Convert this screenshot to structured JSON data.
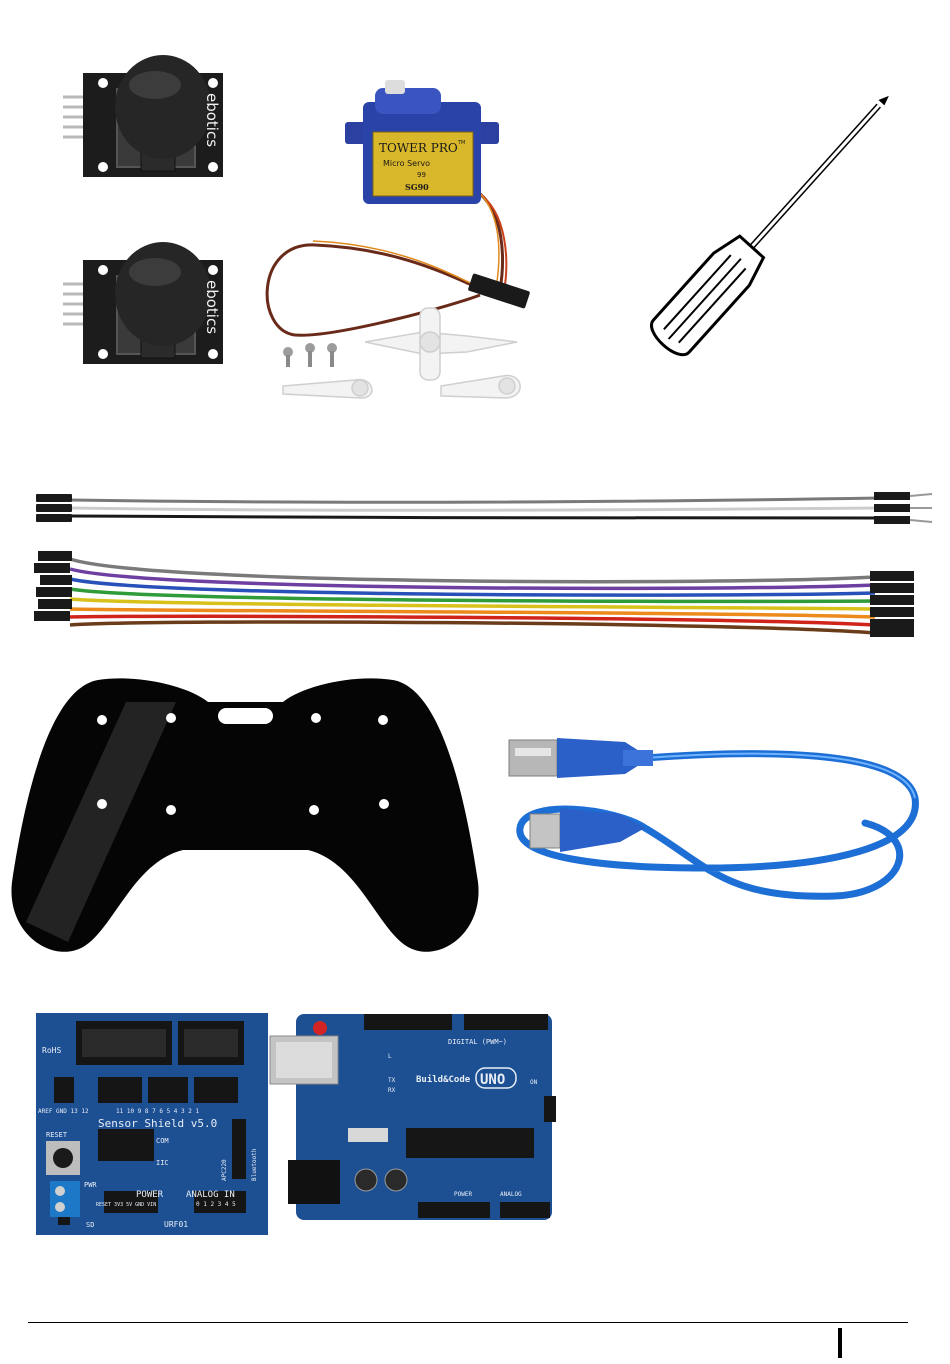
{
  "servo": {
    "brand": "TOWER PRO",
    "tm": "TM",
    "subtitle": "Micro Servo",
    "weight": "99",
    "model": "SG90"
  },
  "joystick": {
    "brand": "ebotics"
  },
  "sensor_shield": {
    "name": "Sensor Shield v5.0",
    "rohs": "RoHS",
    "reset": "RESET",
    "power": "POWER",
    "analog_in": "ANALOG IN",
    "com": "COM",
    "iic": "IIC",
    "apc220": "APC220",
    "bluetooth": "Bluetooth",
    "urf01": "URF01",
    "pwr": "PWR",
    "analog_pins": "0 1 2 3 4 5",
    "aref": "AREF GND 13 12",
    "digital_nums": "11 10 9 8   7 6 5 4   3 2 1",
    "power_pins": "RESET  3V3  5V GND VIN",
    "sd": "SD"
  },
  "uno": {
    "brand": "Build&Code",
    "model": "UNO",
    "digital": "DIGITAL (PWM~)",
    "power": "POWER",
    "analog": "ANALOG",
    "on": "ON",
    "tx": "TX",
    "rx": "RX",
    "l": "L"
  },
  "colors": {
    "pcb_blue": "#1d4f93",
    "servo_blue": "#2a43a8",
    "usb_blue": "#1d6fd6",
    "joystick_pcb": "#1c1c1c",
    "ribbon": [
      "#6b3c1a",
      "#d0241b",
      "#ec8a1c",
      "#d9c11b",
      "#2f9b39",
      "#2750b8",
      "#6d3fa0",
      "#7a7a7a"
    ]
  }
}
